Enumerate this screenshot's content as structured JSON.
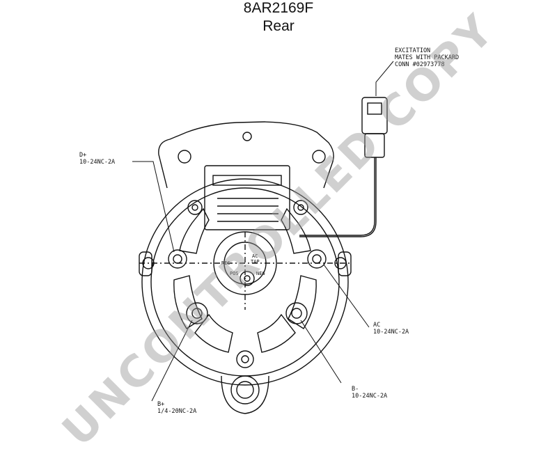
{
  "header": {
    "part_number": "8AR2169F",
    "view": "Rear"
  },
  "callouts": {
    "excitation": {
      "line1": "EXCITATION",
      "line2": "MATES WITH PACKARD",
      "line3": "CONN #02973778"
    },
    "d_plus": {
      "line1": "D+",
      "line2": "10-24NC-2A"
    },
    "ac": {
      "line1": "AC",
      "line2": "10-24NC-2A"
    },
    "b_minus": {
      "line1": "B-",
      "line2": "10-24NC-2A"
    },
    "b_plus": {
      "line1": "B+",
      "line2": "1/4-20NC-2A"
    }
  },
  "center_labels": {
    "ac": "AC",
    "tap": "TAP",
    "rec": "REC",
    "pos": "POS",
    "neg": "NEG"
  },
  "watermark": "UNCONTROLLED COPY",
  "colors": {
    "ink": "#111111",
    "watermark": "#969696"
  }
}
